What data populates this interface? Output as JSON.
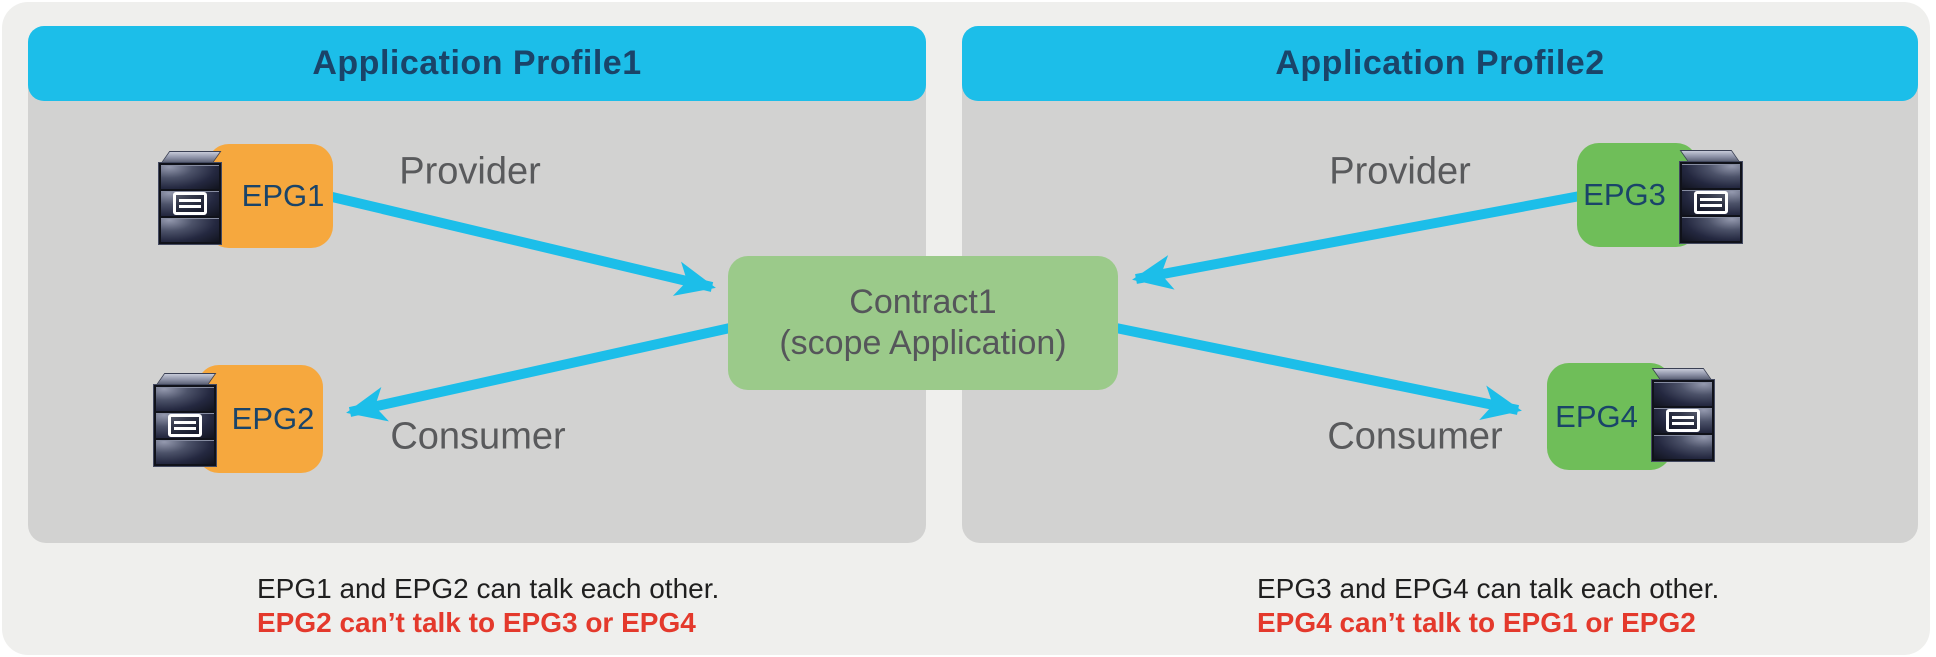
{
  "colors": {
    "cyan": "#1CBEE9",
    "panel": "#D2D2D1",
    "canvas": "#EFEFED",
    "orange": "#F6A83E",
    "epg_green": "#6FBE59",
    "contract_green": "#9BCA8A",
    "navy": "#1A4469",
    "label_gray": "#595A5C",
    "caption_black": "#1F1F1F",
    "caption_red": "#E4392C"
  },
  "profiles": [
    {
      "title": "Application Profile1",
      "epgs": [
        {
          "label": "EPG1",
          "role": "Provider"
        },
        {
          "label": "EPG2",
          "role": "Consumer"
        }
      ],
      "caption_line1": "EPG1 and EPG2 can talk each other.",
      "caption_line2": "EPG2 can’t talk to EPG3 or EPG4"
    },
    {
      "title": "Application Profile2",
      "epgs": [
        {
          "label": "EPG3",
          "role": "Provider"
        },
        {
          "label": "EPG4",
          "role": "Consumer"
        }
      ],
      "caption_line1": "EPG3 and EPG4 can talk each other.",
      "caption_line2": "EPG4 can’t talk to EPG1 or EPG2"
    }
  ],
  "contract": {
    "line1": "Contract1",
    "line2": "(scope Application)"
  }
}
